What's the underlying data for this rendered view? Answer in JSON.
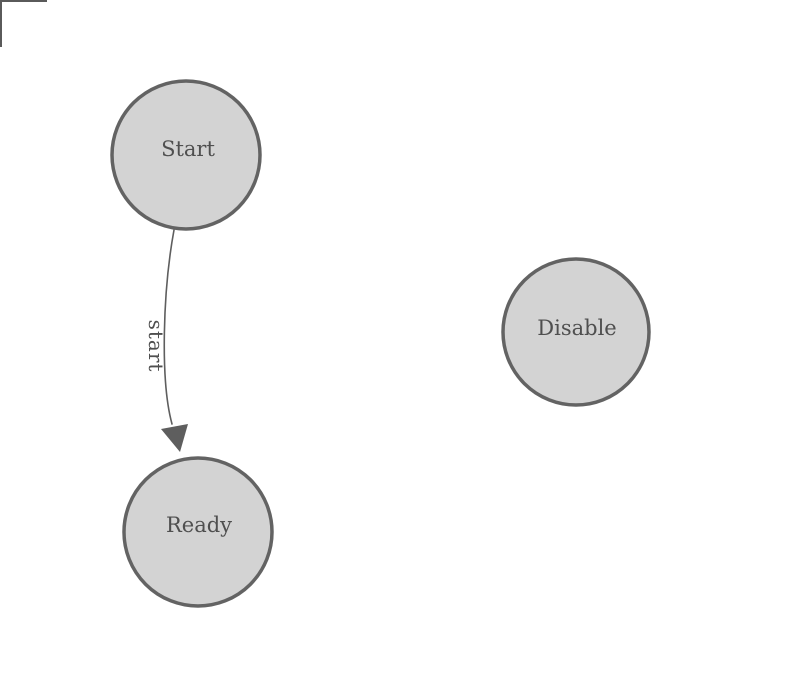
{
  "diagram": {
    "type": "state-diagram",
    "nodes": [
      {
        "id": "start",
        "label": "Start"
      },
      {
        "id": "ready",
        "label": "Ready"
      },
      {
        "id": "disable",
        "label": "Disable"
      }
    ],
    "edges": [
      {
        "from": "start",
        "to": "ready",
        "label": "start"
      }
    ]
  },
  "colors": {
    "canvas_bg": "#ffffff",
    "node_fill": "#d3d3d3",
    "node_stroke": "#636363",
    "node_label": "#4f4f4f",
    "edge_stroke": "#5e5e5e",
    "arrowhead_fill": "#5e5e5e",
    "edge_label": "#4f4f4f",
    "corner_mark": "#5a5a5a"
  }
}
